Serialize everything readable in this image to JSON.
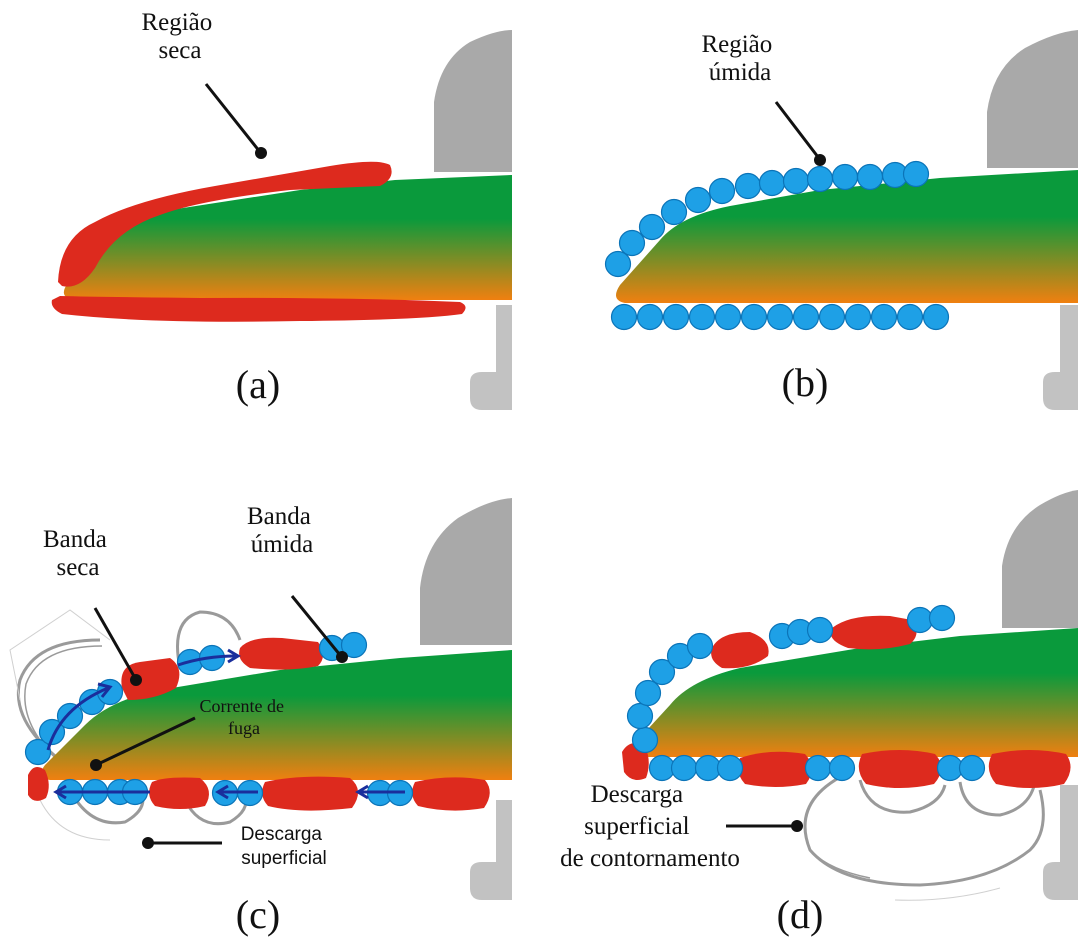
{
  "panels": {
    "a": {
      "caption": "(a)",
      "label": [
        "Região",
        "seca"
      ]
    },
    "b": {
      "caption": "(b)",
      "label": [
        "Região",
        "úmida"
      ]
    },
    "c": {
      "caption": "(c)",
      "label_dry": [
        "Banda",
        "seca"
      ],
      "label_wet": [
        "Banda",
        "úmida"
      ],
      "label_current": [
        "Corrente de",
        "fuga"
      ],
      "label_discharge": [
        "Descarga",
        "superficial"
      ]
    },
    "d": {
      "caption": "(d)",
      "label": [
        "Descarga",
        "superficial",
        "de contornamento"
      ]
    }
  },
  "colors": {
    "shed_top": "#0a9a3c",
    "shed_bottom": "#f08010",
    "dry_band": "#dd2a1e",
    "wet_droplet": "#1ea0e6",
    "droplet_stroke": "#0b74b8",
    "housing": "#a9a9a9",
    "support": "#c2c2c2",
    "current_arrow": "#1a2e9c",
    "discharge": "#9a9a9a"
  },
  "icons": [
    "droplet-icon",
    "dry-band-icon",
    "current-arrow-icon",
    "discharge-arc-icon",
    "leader-dot-icon"
  ]
}
